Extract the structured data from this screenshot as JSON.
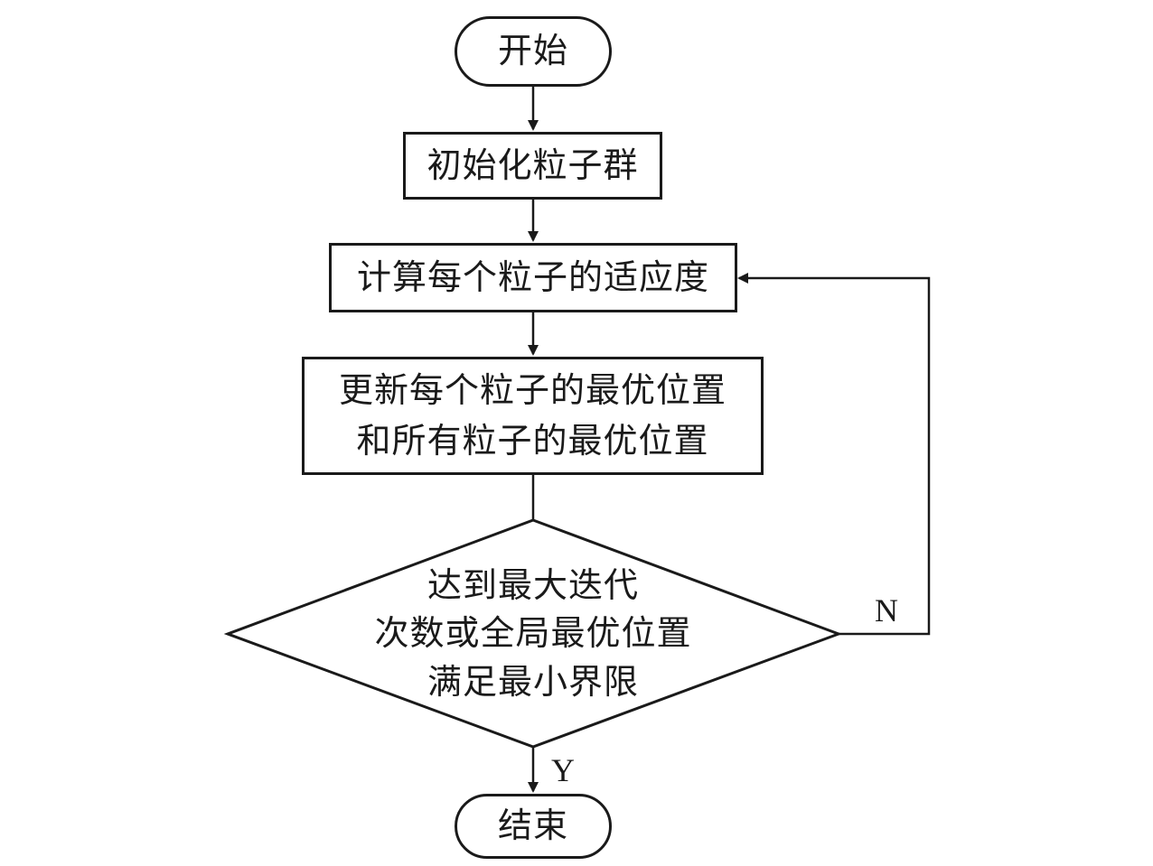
{
  "nodes": {
    "start": "开始",
    "init": "初始化粒子群",
    "fitness": "计算每个粒子的适应度",
    "update": [
      "更新每个粒子的最优位置",
      "和所有粒子的最优位置"
    ],
    "decision": [
      "达到最大迭代",
      "次数或全局最优位置",
      "满足最小界限"
    ],
    "end": "结束"
  },
  "edges": {
    "no_label": "N",
    "yes_label": "Y"
  },
  "colors": {
    "line": "#1a1a1a",
    "background": "#ffffff"
  }
}
